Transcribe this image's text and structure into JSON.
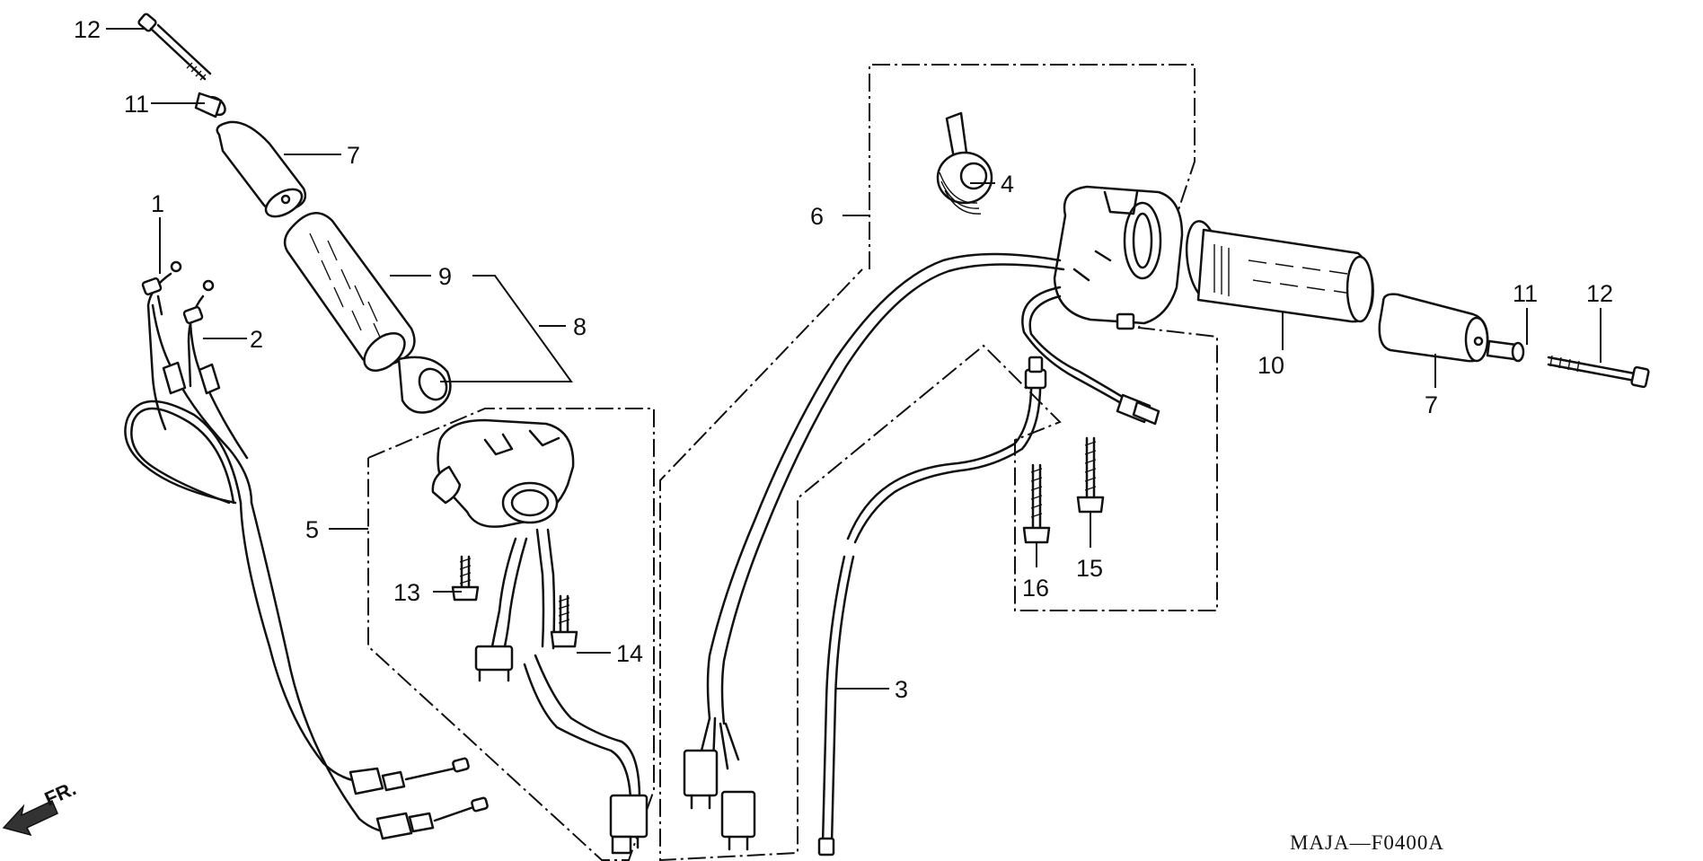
{
  "labels": {
    "l1": "1",
    "l2": "2",
    "l3": "3",
    "l4": "4",
    "l5": "5",
    "l6": "6",
    "l7a": "7",
    "l7b": "7",
    "l8": "8",
    "l9": "9",
    "l10": "10",
    "l11a": "11",
    "l11b": "11",
    "l12a": "12",
    "l12b": "12",
    "l13": "13",
    "l14": "14",
    "l15": "15",
    "l16": "16"
  },
  "diagram_code": "MAJA—F0400A",
  "front_indicator": "FR."
}
